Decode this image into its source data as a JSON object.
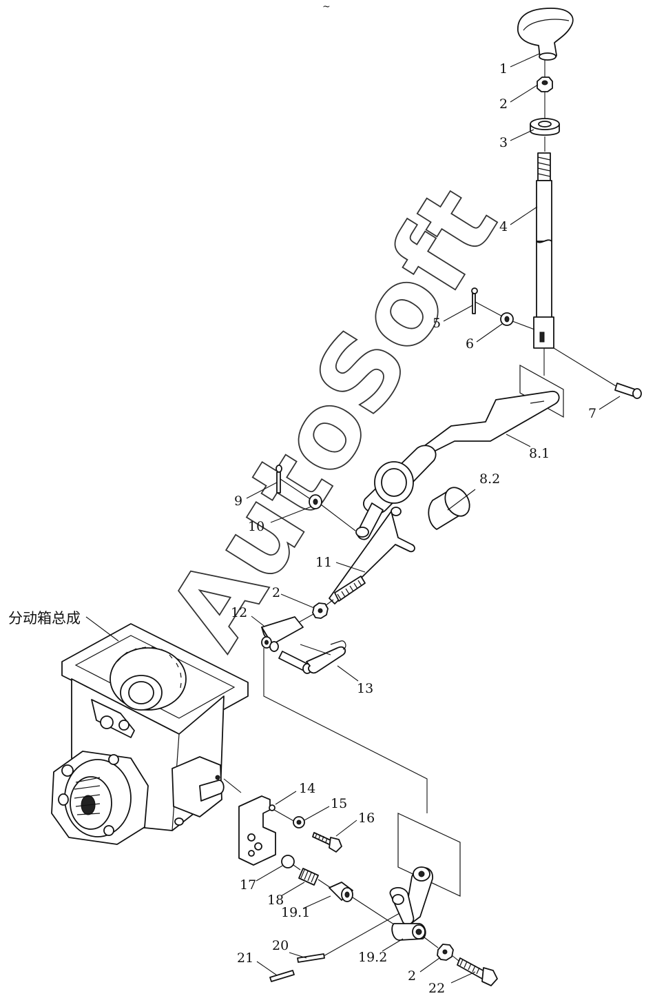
{
  "header_mark": "~",
  "assembly_label": "分动箱总成",
  "watermark": "AutoSoft",
  "callouts": [
    {
      "id": "c1",
      "text": "1"
    },
    {
      "id": "c2a",
      "text": "2"
    },
    {
      "id": "c3",
      "text": "3"
    },
    {
      "id": "c4",
      "text": "4"
    },
    {
      "id": "c5",
      "text": "5"
    },
    {
      "id": "c6",
      "text": "6"
    },
    {
      "id": "c7",
      "text": "7"
    },
    {
      "id": "c81",
      "text": "8.1"
    },
    {
      "id": "c82",
      "text": "8.2"
    },
    {
      "id": "c9",
      "text": "9"
    },
    {
      "id": "c10",
      "text": "10"
    },
    {
      "id": "c11",
      "text": "11"
    },
    {
      "id": "c2b",
      "text": "2"
    },
    {
      "id": "c12",
      "text": "12"
    },
    {
      "id": "c13",
      "text": "13"
    },
    {
      "id": "c14",
      "text": "14"
    },
    {
      "id": "c15",
      "text": "15"
    },
    {
      "id": "c16",
      "text": "16"
    },
    {
      "id": "c17",
      "text": "17"
    },
    {
      "id": "c18",
      "text": "18"
    },
    {
      "id": "c191",
      "text": "19.1"
    },
    {
      "id": "c20",
      "text": "20"
    },
    {
      "id": "c21",
      "text": "21"
    },
    {
      "id": "c192",
      "text": "19.2"
    },
    {
      "id": "c2c",
      "text": "2"
    },
    {
      "id": "c22",
      "text": "22"
    }
  ]
}
